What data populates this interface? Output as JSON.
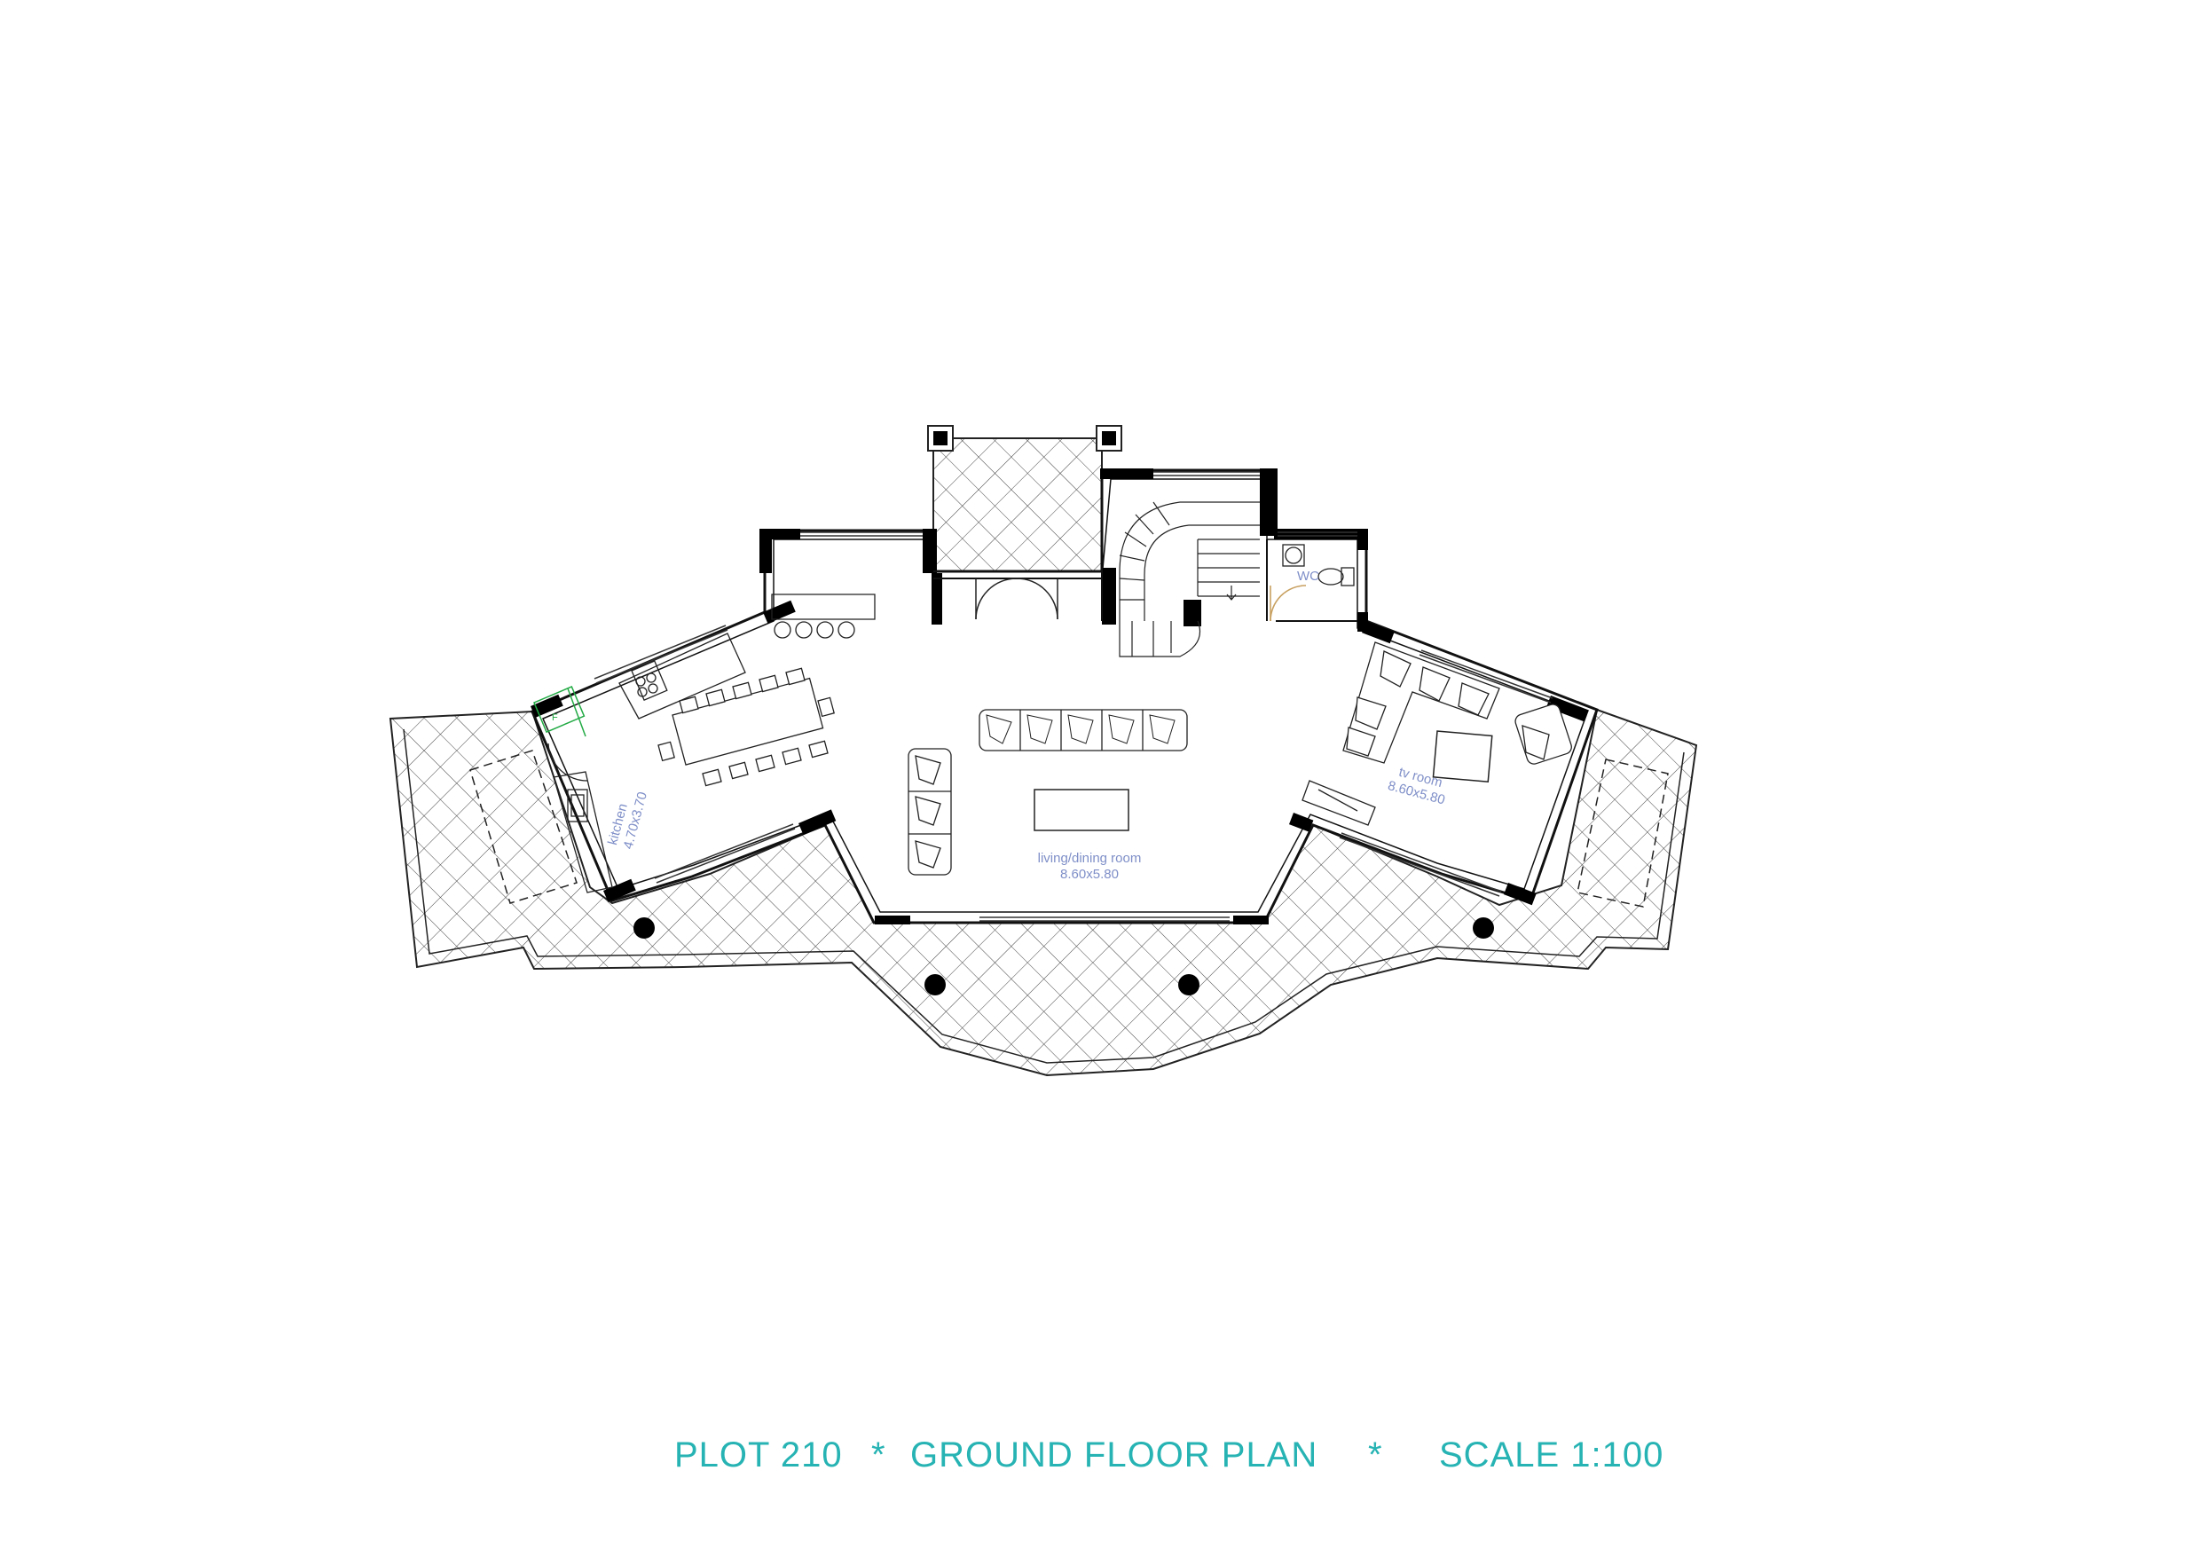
{
  "title": {
    "plot": "PLOT 210",
    "separator_1": "*",
    "floor": "GROUND FLOOR PLAN",
    "separator_2": "*",
    "scale": "SCALE 1:100"
  },
  "rooms": {
    "kitchen": {
      "name": "kitchen",
      "size": "4.70x3.70"
    },
    "living": {
      "name": "living/dining room",
      "size": "8.60x5.80"
    },
    "tv": {
      "name": "tv room",
      "size": "8.60x5.80"
    },
    "wc": {
      "name": "WC"
    }
  },
  "colors": {
    "title": "#27b3b3",
    "room_label": "#7f8fc8",
    "wall": "#000000",
    "line": "#333333",
    "fridge_door": "#22aa44",
    "wc_door": "#c8a060"
  }
}
